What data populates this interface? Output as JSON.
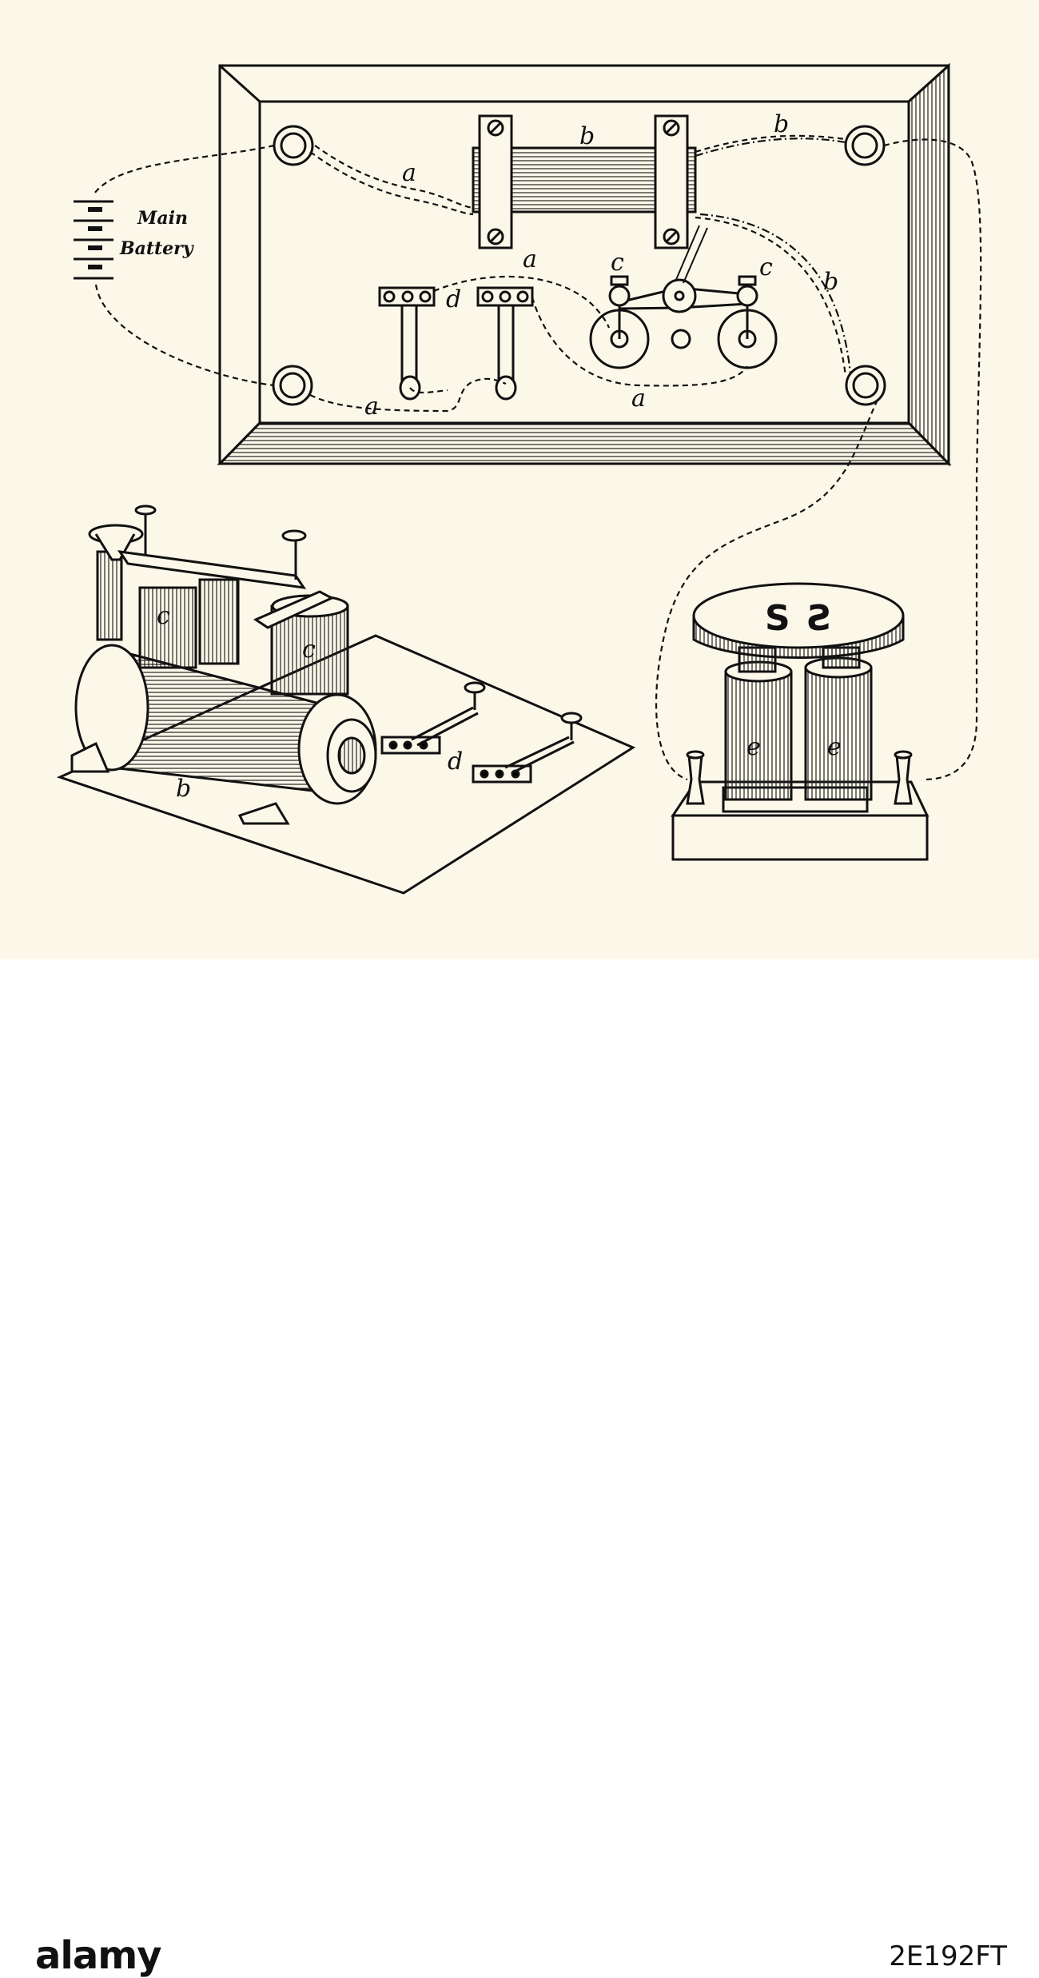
{
  "labels": {
    "a": "a",
    "b": "b",
    "c": "c",
    "d": "d",
    "e": "e",
    "battery_line1": "Main",
    "battery_line2": "Battery",
    "magnet_s1": "S",
    "magnet_s2": "S"
  },
  "footer": {
    "logo": "alamy",
    "image_id": "2E192FT"
  },
  "colors": {
    "paper": "#fbf8ea",
    "ink": "#111111"
  }
}
